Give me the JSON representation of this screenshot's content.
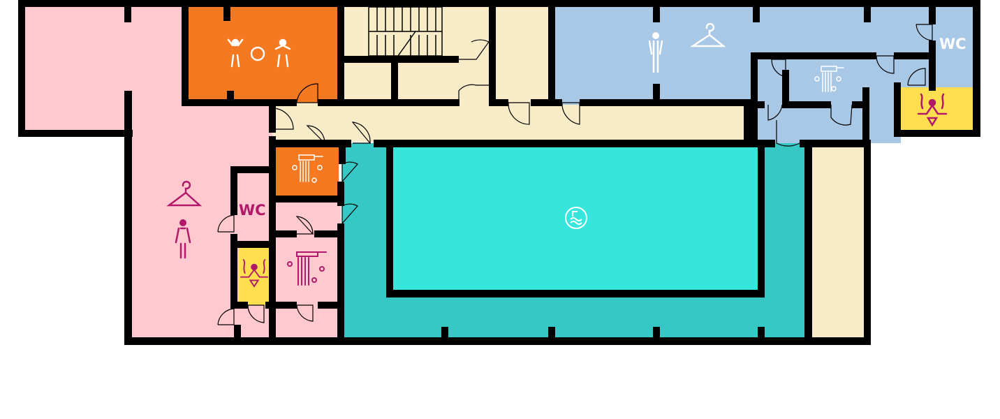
{
  "floorplan": {
    "wc_left_label": "WC",
    "wc_right_label": "WC"
  },
  "colors": {
    "women_area": "#ffc9cf",
    "kids_area": "#f57920",
    "corridor": "#f8ebc8",
    "men_area": "#a8c8e6",
    "sauna": "#ffdf4f",
    "pool_water": "#36e6dc",
    "pool_deck": "#36c8c4",
    "wall": "#000000",
    "women_icon": "#b0186a"
  },
  "icons": [
    "children-play-icon",
    "ball-icon",
    "hanger-icon",
    "person-icon",
    "shower-icon",
    "sauna-icon",
    "swimming-pool-icon",
    "wc-sign"
  ]
}
